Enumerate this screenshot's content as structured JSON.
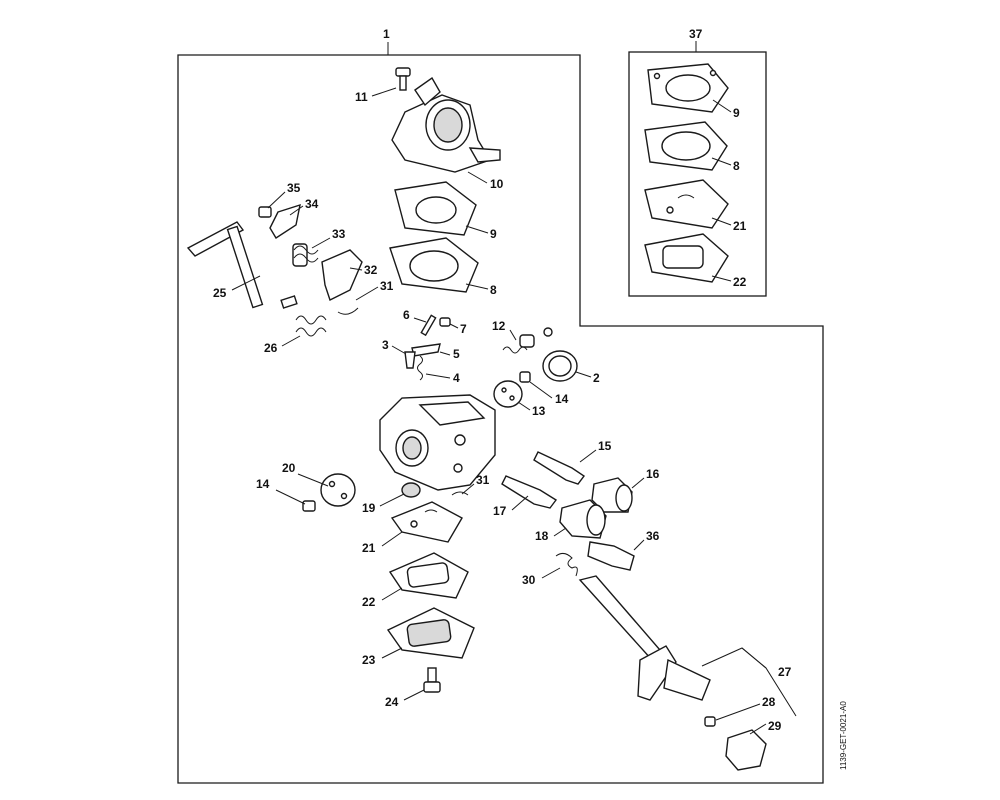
{
  "diagram": {
    "drawing_code": "1139-GET-0021-A0",
    "group_labels": {
      "main": "1",
      "kit": "37"
    },
    "callouts": {
      "c2": "2",
      "c3": "3",
      "c4": "4",
      "c5": "5",
      "c6": "6",
      "c7": "7",
      "c8a": "8",
      "c9a": "9",
      "c10": "10",
      "c11": "11",
      "c12": "12",
      "c13": "13",
      "c14a": "14",
      "c14b": "14",
      "c15": "15",
      "c16": "16",
      "c17": "17",
      "c18": "18",
      "c19": "19",
      "c20": "20",
      "c21a": "21",
      "c22a": "22",
      "c23": "23",
      "c24": "24",
      "c25": "25",
      "c26": "26",
      "c27": "27",
      "c28": "28",
      "c29": "29",
      "c30": "30",
      "c31a": "31",
      "c31b": "31",
      "c32": "32",
      "c33": "33",
      "c34": "34",
      "c35": "35",
      "c36": "36",
      "k9": "9",
      "k8": "8",
      "k21": "21",
      "k22": "22"
    }
  }
}
